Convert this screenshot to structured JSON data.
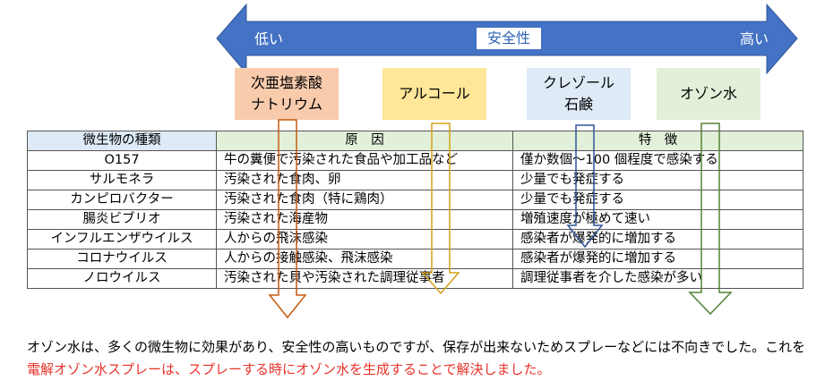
{
  "arrow": {
    "low_label": "低い",
    "high_label": "高い",
    "center_label": "安全性",
    "color": "#4472c4"
  },
  "agents": [
    {
      "name": "次亜塩素酸\nナトリウム",
      "fill": "#f8cbad",
      "line": "#c65a11"
    },
    {
      "name": "アルコール",
      "fill": "#ffe699",
      "line": "#d4a017"
    },
    {
      "name": "クレゾール\n石鹸",
      "fill": "#deebf7",
      "line": "#2f5597"
    },
    {
      "name": "オゾン水",
      "fill": "#e2f0d9",
      "line": "#548235"
    }
  ],
  "table": {
    "headers": [
      "微生物の種類",
      "原　因",
      "特　徴"
    ],
    "header_fill": "#deebf7",
    "header_fill_2": "#e2f0d9",
    "rows": [
      {
        "name": "O157",
        "cause": "牛の糞便で汚染された食品や加工品など",
        "feature": "僅か数個～100 個程度で感染する"
      },
      {
        "name": "サルモネラ",
        "cause": "汚染された食肉、卵",
        "feature": "少量でも発症する"
      },
      {
        "name": "カンピロバクター",
        "cause": "汚染された食肉（特に鶏肉）",
        "feature": "少量でも発症する"
      },
      {
        "name": "腸炎ビブリオ",
        "cause": "汚染された海産物",
        "feature": "増殖速度が極めて速い"
      },
      {
        "name": "インフルエンザウイルス",
        "cause": "人からの飛沫感染",
        "feature": "感染者が爆発的に増加する"
      },
      {
        "name": "コロナウイルス",
        "cause": "人からの接触感染、飛沫感染",
        "feature": "感染者が爆発的に増加する"
      },
      {
        "name": "ノロウイルス",
        "cause": "汚染された貝や汚染された調理従事者",
        "feature": "調理従事者を介した感染が多い"
      }
    ]
  },
  "note": {
    "text_black": "オゾン水は、多くの微生物に効果があり、安全性の高いものですが、保存が出来ないためスプレーなどには不向きでした。これを",
    "text_red": "電解オゾン水スプレーは、スプレーする時にオゾン水を生成することで解決しました。",
    "red_color": "#e8322a"
  }
}
